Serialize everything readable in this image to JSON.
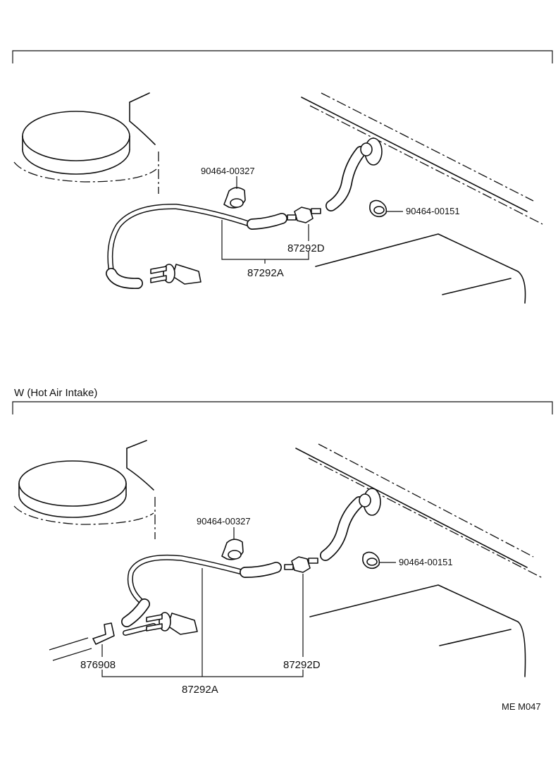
{
  "panel_top": {
    "labels": {
      "clip_a": "90464-00327",
      "clip_b": "90464-00151",
      "connector": "87292D",
      "hose": "87292A"
    }
  },
  "panel_bottom": {
    "title": "W (Hot Air Intake)",
    "labels": {
      "clip_a": "90464-00327",
      "clip_b": "90464-00151",
      "connector": "87292D",
      "hose": "87292A",
      "fitting": "876908"
    }
  },
  "footer": {
    "code": "ME M047"
  }
}
